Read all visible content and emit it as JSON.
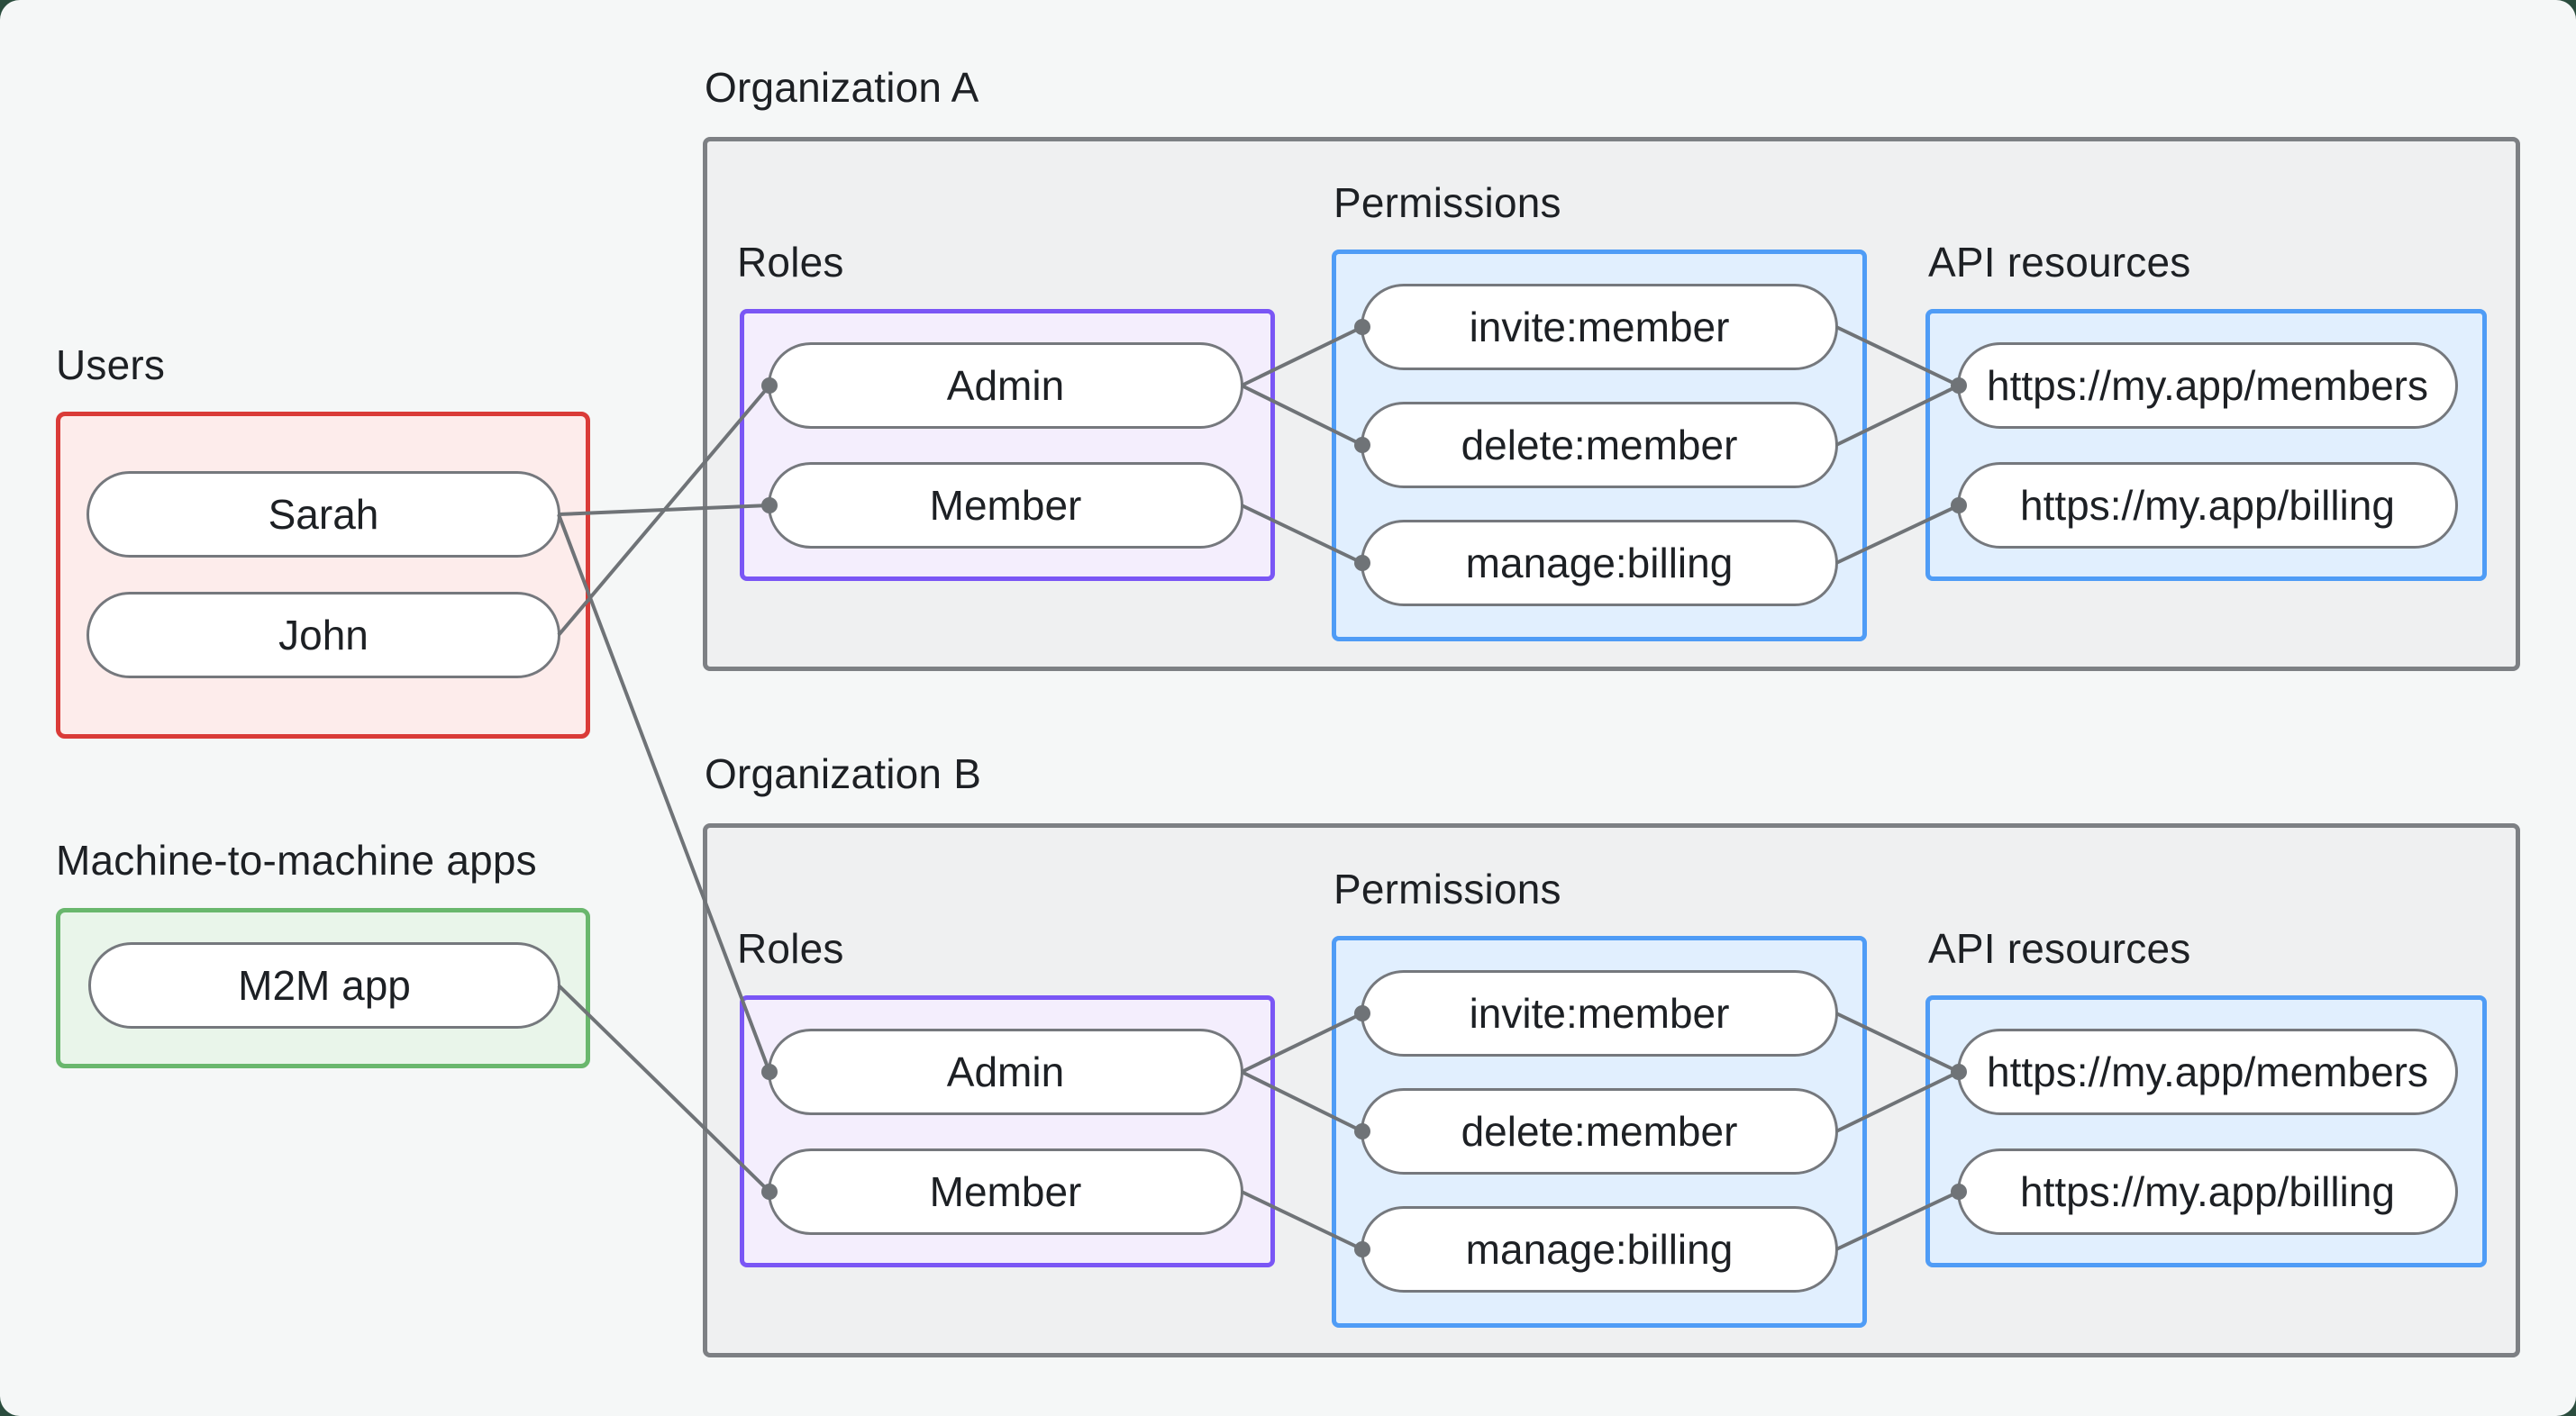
{
  "page": {
    "background": "#f5f7f7",
    "outer_background": "#2b4d3e",
    "line_color": "#6f7377",
    "text_color": "#1d2024"
  },
  "left_panel": {
    "users_label": "Users",
    "users": {
      "sarah": "Sarah",
      "john": "John"
    },
    "m2m_label": "Machine-to-machine apps",
    "m2m_app": "M2M app",
    "users_accent": "#da3b38",
    "m2m_accent": "#69b76d"
  },
  "organizations": [
    {
      "title": "Organization A",
      "roles_label": "Roles",
      "permissions_label": "Permissions",
      "api_label": "API resources",
      "roles": {
        "admin": "Admin",
        "member": "Member"
      },
      "permissions": {
        "invite": "invite:member",
        "delete": "delete:member",
        "manage": "manage:billing"
      },
      "api_resources": {
        "members": "https://my.app/members",
        "billing": "https://my.app/billing"
      },
      "roles_accent": "#7a56f5",
      "blue_accent": "#4f9cf6"
    },
    {
      "title": "Organization B",
      "roles_label": "Roles",
      "permissions_label": "Permissions",
      "api_label": "API resources",
      "roles": {
        "admin": "Admin",
        "member": "Member"
      },
      "permissions": {
        "invite": "invite:member",
        "delete": "delete:member",
        "manage": "manage:billing"
      },
      "api_resources": {
        "members": "https://my.app/members",
        "billing": "https://my.app/billing"
      },
      "roles_accent": "#7a56f5",
      "blue_accent": "#4f9cf6"
    }
  ],
  "connections": [
    {
      "from": "sarah",
      "to": "a-member"
    },
    {
      "from": "john",
      "to": "a-admin"
    },
    {
      "from": "sarah",
      "to": "b-admin"
    },
    {
      "from": "m2m",
      "to": "b-member"
    },
    {
      "from": "a-admin",
      "to": "a-invite"
    },
    {
      "from": "a-admin",
      "to": "a-delete"
    },
    {
      "from": "a-member",
      "to": "a-manage"
    },
    {
      "from": "a-invite",
      "to": "a-members"
    },
    {
      "from": "a-delete",
      "to": "a-members"
    },
    {
      "from": "a-manage",
      "to": "a-billing"
    },
    {
      "from": "b-admin",
      "to": "b-invite"
    },
    {
      "from": "b-admin",
      "to": "b-delete"
    },
    {
      "from": "b-member",
      "to": "b-manage"
    },
    {
      "from": "b-invite",
      "to": "b-members"
    },
    {
      "from": "b-delete",
      "to": "b-members"
    },
    {
      "from": "b-manage",
      "to": "b-billing"
    }
  ]
}
